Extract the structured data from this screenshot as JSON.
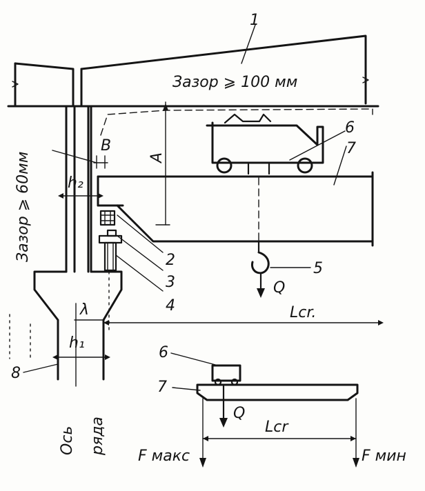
{
  "labels": {
    "n1": "1",
    "n2": "2",
    "n3": "3",
    "n4": "4",
    "n5": "5",
    "n6": "6",
    "n7": "7",
    "n8": "8",
    "n6b": "6",
    "n7b": "7"
  },
  "notes": {
    "gap_top": "Зазор ⩾ 100 мм",
    "gap_side": "Зазор ⩾ 60мм"
  },
  "symbols": {
    "A": "A",
    "B": "B",
    "h2": "h₂",
    "h1": "h₁",
    "lambda": "λ",
    "Q": "Q",
    "Lcr": "Lcr.",
    "Q2": "Q",
    "Lcr2": "Lcr",
    "Fmax": "F макс",
    "Fmin": "F мин"
  },
  "axis": {
    "line1": "Ось",
    "line2": "ряда"
  }
}
